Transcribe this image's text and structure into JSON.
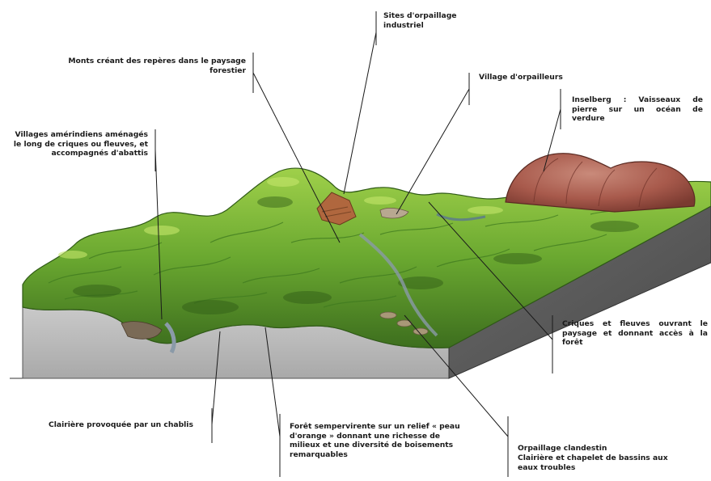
{
  "labels": {
    "sites_industriels": "Sites d'orpaillage\nindustriel",
    "monts": "Monts créant des repères dans le paysage\nforestier",
    "village_orpailleurs": "Village d'orpailleurs",
    "inselberg": "Inselberg : Vaisseaux de\npierre sur un océan de\nverdure",
    "villages_amerindiens": "Villages amérindiens aménagés\nle long de criques ou fleuves, et\naccompagnés d'abattis",
    "criques": "Criques et fleuves ouvrant le\npaysage et donnant accès à la\nforêt",
    "clairiere": "Clairière provoquée par un chablis",
    "foret": "Forêt sempervirente sur un relief « peau\nd'orange » donnant une richesse de\nmilieux et une diversité de boisements\nremarquables",
    "orpaillage_title": "Orpaillage clandestin",
    "orpaillage_desc": "Clairière et chapelet de bassins aux\neaux troubles"
  }
}
